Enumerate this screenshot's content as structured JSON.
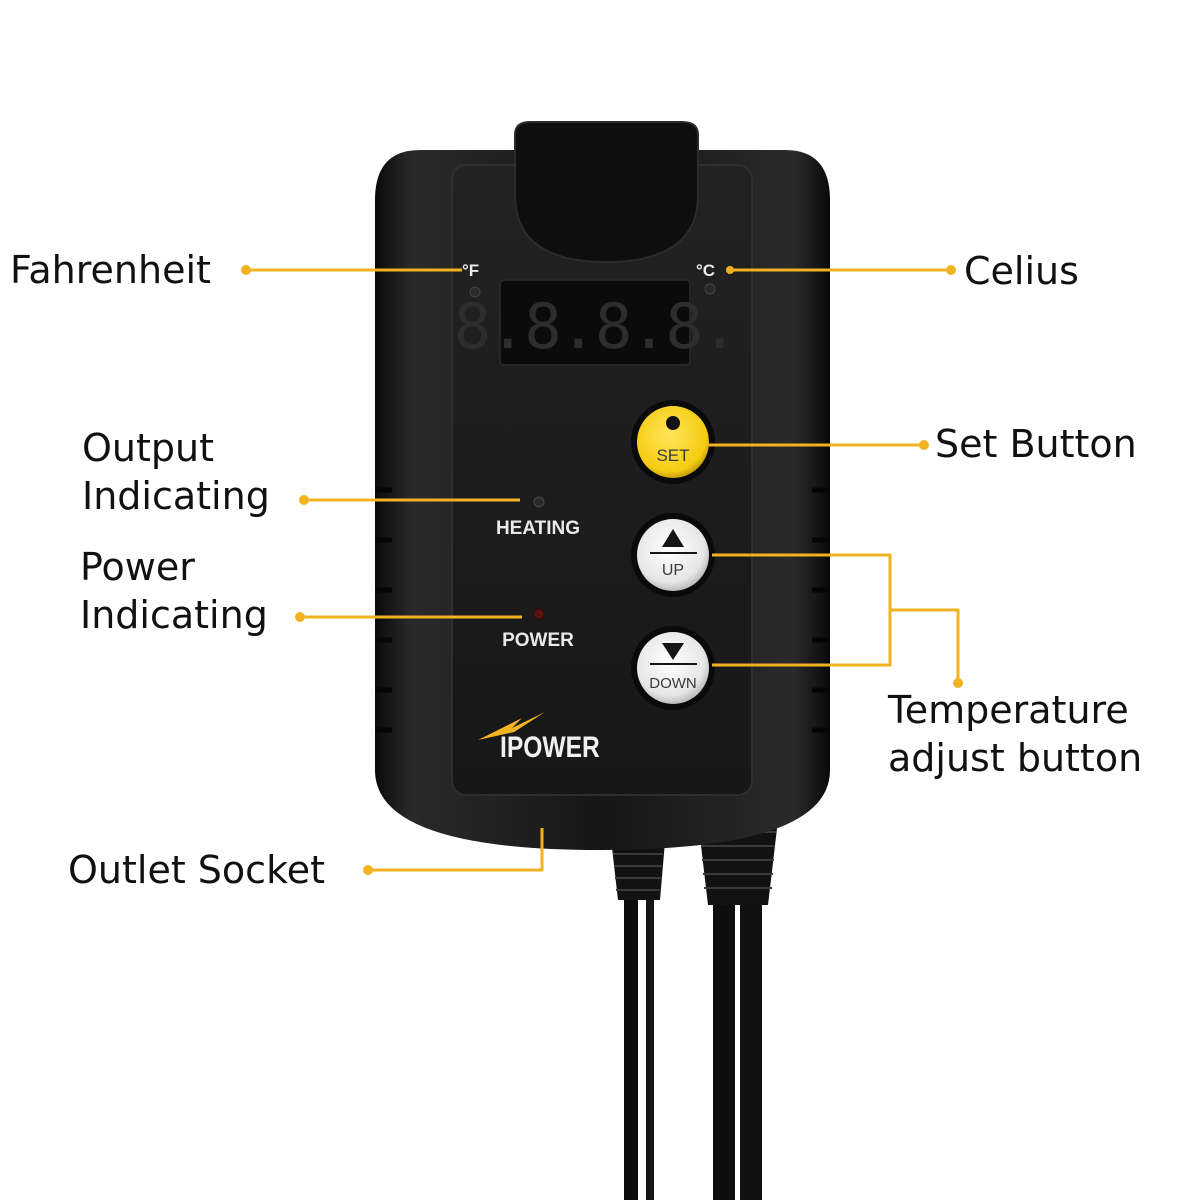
{
  "callouts": {
    "fahrenheit": "Fahrenheit",
    "celsius": "Celius",
    "output": [
      "Output",
      "Indicating"
    ],
    "power": [
      "Power",
      "Indicating"
    ],
    "set": "Set Button",
    "temperature": [
      "Temperature",
      "adjust button"
    ],
    "outlet": "Outlet Socket"
  },
  "device": {
    "unit_f": "°F",
    "unit_c": "°C",
    "display": "8.8.8.8.",
    "heating_label": "HEATING",
    "power_label": "POWER",
    "set_label": "SET",
    "up_label": "UP",
    "down_label": "DOWN",
    "brand": "IPOWER"
  },
  "colors": {
    "leader": "#f2b320",
    "set_button": "#f7d21a",
    "body": "#141414",
    "faceplate": "#1c1c1c",
    "display": "#0b0b0b",
    "power_led": "#5a1414"
  }
}
